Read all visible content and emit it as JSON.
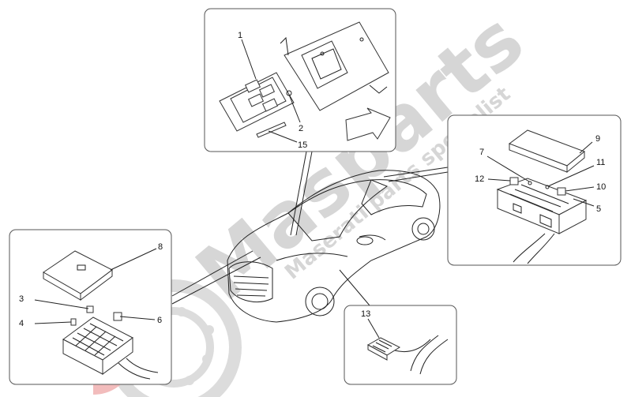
{
  "watermark": {
    "brand": "Masparts",
    "tagline": "Maserati parts specialist",
    "color": "#c8c8c8",
    "accent": "#e03030"
  },
  "callouts": {
    "c1": "1",
    "c2": "2",
    "c3": "3",
    "c4": "4",
    "c5": "5",
    "c6": "6",
    "c7": "7",
    "c8": "8",
    "c9": "9",
    "c10": "10",
    "c11": "11",
    "c12": "12",
    "c13": "13",
    "c15": "15"
  },
  "icons": {
    "arrow": "direction-arrow-icon",
    "car": "car-outline-icon",
    "logo": "brake-disc-logo-icon"
  }
}
